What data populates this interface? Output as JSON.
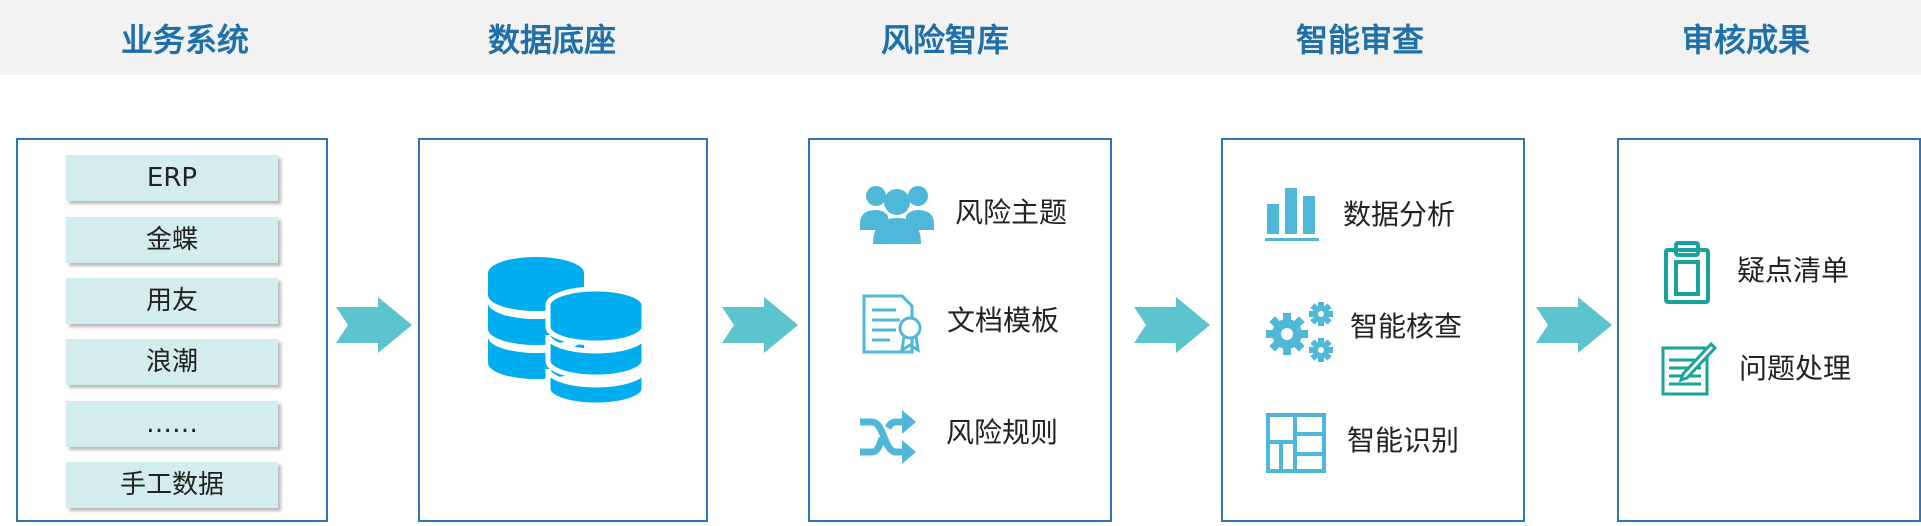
{
  "columns": [
    {
      "title": "业务系统"
    },
    {
      "title": "数据底座"
    },
    {
      "title": "风险智库"
    },
    {
      "title": "智能审查"
    },
    {
      "title": "审核成果"
    }
  ],
  "business_systems": [
    "ERP",
    "金蝶",
    "用友",
    "浪潮",
    "……",
    "手工数据"
  ],
  "risk_library": [
    "风险主题",
    "文档模板",
    "风险规则"
  ],
  "smart_review": [
    "数据分析",
    "智能核查",
    "智能识别"
  ],
  "results": [
    "疑点清单",
    "问题处理"
  ],
  "icons": {
    "database": "database-icon",
    "risk_theme": "user-group-icon",
    "document_template": "certificate-document-icon",
    "risk_rules": "shuffle-icon",
    "data_analysis": "bar-chart-icon",
    "smart_check": "gears-icon",
    "smart_identify": "layout-grid-icon",
    "doubt_list": "clipboard-icon",
    "issue_handling": "edit-note-icon",
    "flow_arrow": "arrow-right-icon"
  },
  "colors": {
    "title_blue": "#1f6fa8",
    "box_border": "#2e75b6",
    "item_fill": "#d3ecee",
    "database_blue": "#00aeef",
    "icon_blue": "#4fb8d8",
    "icon_teal": "#1aa39a",
    "arrow_teal": "#5bc4cc"
  }
}
